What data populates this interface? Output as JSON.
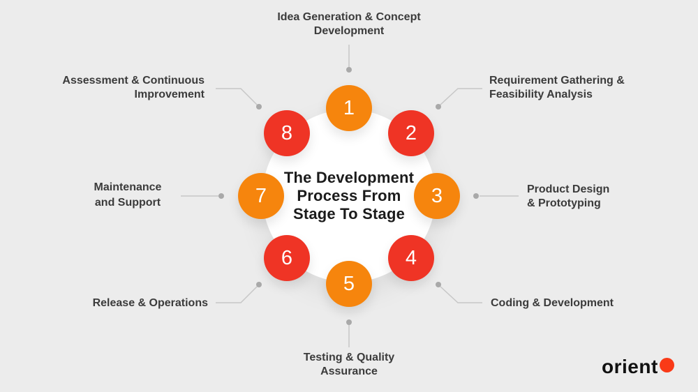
{
  "background_color": "#ECECEC",
  "center": {
    "title": "The Development\nProcess From\nStage To Stage"
  },
  "stages": [
    {
      "number": "1",
      "label": "Idea Generation & Concept\nDevelopment",
      "color": "#F6850D"
    },
    {
      "number": "2",
      "label": "Requirement Gathering &\nFeasibility Analysis",
      "color": "#EF3425"
    },
    {
      "number": "3",
      "label": "Product Design\n& Prototyping",
      "color": "#F6850D"
    },
    {
      "number": "4",
      "label": "Coding & Development",
      "color": "#EF3425"
    },
    {
      "number": "5",
      "label": "Testing & Quality\nAssurance",
      "color": "#F6850D"
    },
    {
      "number": "6",
      "label": "Release & Operations",
      "color": "#EF3425"
    },
    {
      "number": "7",
      "label": "Maintenance\nand Support",
      "color": "#F6850D"
    },
    {
      "number": "8",
      "label": "Assessment & Continuous\nImprovement",
      "color": "#EF3425"
    }
  ],
  "connector": {
    "line_color": "#C7C7C7",
    "dot_color": "#A9A9A9"
  },
  "logo": {
    "text": "orient",
    "dot_color": "#F93A17"
  }
}
